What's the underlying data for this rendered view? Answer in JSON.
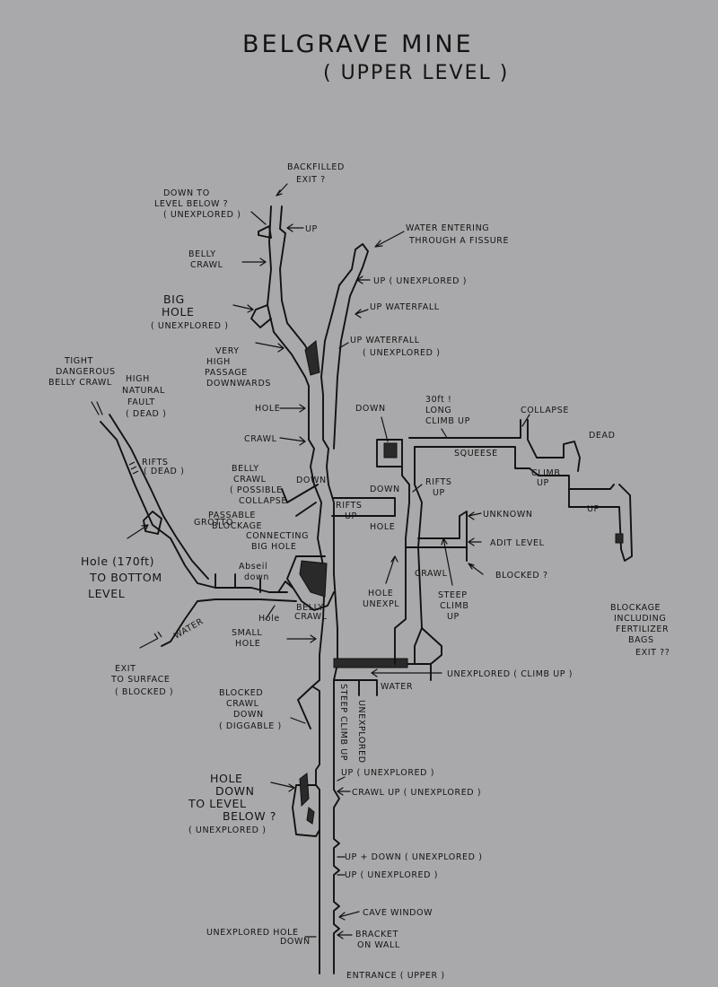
{
  "title": {
    "line1": "BELGRAVE   MINE",
    "line2": "( UPPER LEVEL )"
  },
  "labels": {
    "backfilled_1": "BACKFILLED",
    "backfilled_2": "EXIT ?",
    "down_level_1": "DOWN TO",
    "down_level_2": "LEVEL BELOW ?",
    "down_level_3": "( UNEXPLORED )",
    "up_top": "UP",
    "water_fissure_1": "WATER  ENTERING",
    "water_fissure_2": "THROUGH  A  FISSURE",
    "belly_crawl_1": "BELLY",
    "belly_crawl_2": "CRAWL",
    "up_unexplored": "UP ( UNEXPLORED )",
    "big_hole_1": "BIG",
    "big_hole_2": "HOLE",
    "big_hole_3": "( UNEXPLORED )",
    "up_waterfall": "UP  WATERFALL",
    "up_waterfall_unx_1": "UP  WATERFALL",
    "up_waterfall_unx_2": "( UNEXPLORED )",
    "very_high_1": "VERY",
    "very_high_2": "HIGH",
    "very_high_3": "PASSAGE",
    "very_high_4": "DOWNWARDS",
    "tight_1": "TIGHT",
    "tight_2": "DANGEROUS",
    "tight_3": "BELLY CRAWL",
    "high_fault_1": "HIGH",
    "high_fault_2": "NATURAL",
    "high_fault_3": "FAULT",
    "high_fault_4": "( DEAD )",
    "hole_mid": "HOLE",
    "down_small": "DOWN",
    "climb_1": "30ft !",
    "climb_2": "LONG",
    "climb_3": "CLIMB UP",
    "collapse": "COLLAPSE",
    "dead_right": "DEAD",
    "crawl_mid": "CRAWL",
    "squeeze": "SQUEESE",
    "rifts_dead_1": "RIFTS",
    "rifts_dead_2": "( DEAD )",
    "climb_up_small_1": "CLIMB",
    "climb_up_small_2": "UP",
    "belly_collapse_1": "BELLY",
    "belly_collapse_2": "CRAWL",
    "belly_collapse_3": "( POSSIBLE",
    "belly_collapse_4": "COLLAPSE",
    "down_vert": "DOWN",
    "down_box": "DOWN",
    "rifts_up_right_1": "RIFTS",
    "rifts_up_right_2": "UP",
    "up_right": "UP",
    "rifts_up_1": "RIFTS",
    "rifts_up_2": "UP",
    "grotto": "GROTTO",
    "passable_1": "PASSABLE",
    "passable_2": "BLOCKAGE",
    "connecting_1": "CONNECTING",
    "connecting_2": "BIG  HOLE",
    "hole_right": "HOLE",
    "unknown": "UNKNOWN",
    "adit_level": "ADIT  LEVEL",
    "hole_bottom_1": "Hole  (170ft)",
    "hole_bottom_2": "TO  BOTTOM",
    "hole_bottom_3": "LEVEL",
    "abseil_1": "Abseil",
    "abseil_2": "down",
    "crawl_right": "CRAWL",
    "blocked_q": "BLOCKED ?",
    "steep_1": "STEEP",
    "steep_2": "CLIMB",
    "steep_3": "UP",
    "hole_unexpl_1": "HOLE",
    "hole_unexpl_2": "UNEXPL",
    "belly_small_1": "BELLY",
    "belly_small_2": "CRAWL",
    "hole_tiny": "Hole",
    "water_left": "WATER",
    "blockage_1": "BLOCKAGE",
    "blockage_2": "INCLUDING",
    "blockage_3": "FERTILIZER",
    "blockage_4": "BAGS",
    "blockage_5": "EXIT ??",
    "small_hole_1": "SMALL",
    "small_hole_2": "HOLE",
    "exit_surface_1": "EXIT",
    "exit_surface_2": "TO  SURFACE",
    "exit_surface_3": "( BLOCKED )",
    "unexplored_climb": "UNEXPLORED ( CLIMB UP )",
    "water_bottom": "WATER",
    "blocked_crawl_1": "BLOCKED",
    "blocked_crawl_2": "CRAWL",
    "blocked_crawl_3": "DOWN",
    "blocked_crawl_4": "( DIGGABLE )",
    "steep_climb_up": "STEEP CLIMB UP",
    "unexplored_vert": "UNEXPLORED",
    "up_unexplored_low": "UP ( UNEXPLORED )",
    "crawl_up_unexplored": "CRAWL  UP ( UNEXPLORED )",
    "hole_down_1": "HOLE",
    "hole_down_2": "DOWN",
    "hole_down_3": "TO LEVEL",
    "hole_down_4": "BELOW ?",
    "hole_down_5": "( UNEXPLORED )",
    "up_down_unexplored": "UP + DOWN ( UNEXPLORED )",
    "up_unexplored_2": "UP ( UNEXPLORED )",
    "cave_window": "CAVE  WINDOW",
    "unexplored_hole_1": "UNEXPLORED  HOLE",
    "unexplored_hole_2": "DOWN",
    "bracket_1": "BRACKET",
    "bracket_2": "ON  WALL",
    "entrance": "ENTRANCE  ( UPPER )"
  }
}
